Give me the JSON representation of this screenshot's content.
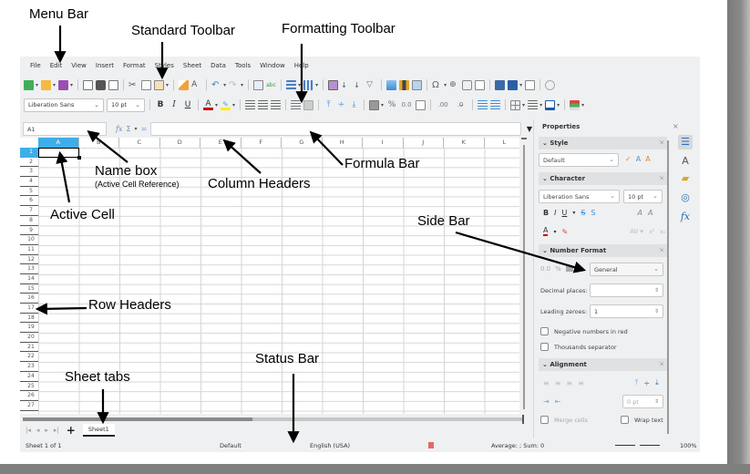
{
  "annotations": {
    "menu_bar": "Menu Bar",
    "standard_toolbar": "Standard Toolbar",
    "formatting_toolbar": "Formatting Toolbar",
    "name_box": "Name box",
    "name_box_sub": "(Active Cell Reference)",
    "column_headers": "Column Headers",
    "formula_bar": "Formula Bar",
    "active_cell": "Active Cell",
    "side_bar": "Side Bar",
    "row_headers": "Row Headers",
    "status_bar": "Status Bar",
    "sheet_tabs": "Sheet tabs"
  },
  "menu": [
    "File",
    "Edit",
    "View",
    "Insert",
    "Format",
    "Styles",
    "Sheet",
    "Data",
    "Tools",
    "Window",
    "Help"
  ],
  "standard_toolbar": {
    "icons": [
      "new-icon",
      "open-icon",
      "save-icon",
      "export-pdf-icon",
      "print-icon",
      "print-preview-icon",
      "cut-icon",
      "copy-icon",
      "paste-icon",
      "clone-formatting-icon",
      "clear-formatting-icon",
      "undo-icon",
      "redo-icon",
      "find-replace-icon",
      "spelling-icon",
      "row-icon",
      "column-icon",
      "pivot-table-icon",
      "sort-ascending-icon",
      "sort-descending-icon",
      "autofilter-icon",
      "image-icon",
      "chart-icon",
      "pivot-icon",
      "special-character-icon",
      "hyperlink-icon",
      "comment-icon",
      "headers-footers-icon",
      "define-print-area-icon",
      "freeze-rows-icon",
      "split-window-icon",
      "show-draw-functions-icon"
    ]
  },
  "formatting_toolbar": {
    "font_name": "Liberation Sans",
    "font_size": "10 pt",
    "bold": "B",
    "italic": "I",
    "underline": "U",
    "font_color": "#cc0000",
    "highlight_color": "#ffee00",
    "percent": "%",
    "decimal_number": "0.0",
    "add_decimal": ".00",
    "delete_decimal": ".0̶",
    "border_color": "#1e5aa8"
  },
  "formula_bar": {
    "name_box": "A1",
    "fx": "fx",
    "sum": "Σ",
    "equals": "=",
    "value": ""
  },
  "grid": {
    "columns": [
      "A",
      "B",
      "C",
      "D",
      "E",
      "F",
      "G",
      "H",
      "I",
      "J",
      "K",
      "L"
    ],
    "rows": [
      "1",
      "2",
      "3",
      "4",
      "5",
      "6",
      "7",
      "8",
      "9",
      "10",
      "11",
      "12",
      "13",
      "14",
      "15",
      "16",
      "17",
      "18",
      "19",
      "20",
      "21",
      "22",
      "23",
      "24",
      "25",
      "26",
      "27"
    ],
    "active_cell": "A1"
  },
  "sheet_tabs": {
    "tabs": [
      "Sheet1"
    ]
  },
  "status_bar": {
    "sheet_position": "Sheet 1 of 1",
    "page_style": "Default",
    "language": "English (USA)",
    "selection_stats": "Average: ; Sum: 0",
    "zoom": "100%"
  },
  "sidebar": {
    "title": "Properties",
    "style": {
      "header": "Style",
      "value": "Default"
    },
    "character": {
      "header": "Character",
      "font": "Liberation Sans",
      "size": "10 pt",
      "bold": "B",
      "italic": "I",
      "underline": "U",
      "strikethrough": "S",
      "shadow": "S"
    },
    "number_format": {
      "header": "Number Format",
      "format": "General",
      "decimal_places_label": "Decimal places:",
      "decimal_places_value": "",
      "leading_zeroes_label": "Leading zeroes:",
      "leading_zeroes_value": "1",
      "negative_red_label": "Negative numbers in red",
      "thousands_sep_label": "Thousands separator"
    },
    "alignment": {
      "header": "Alignment",
      "indent_value": "0 pt",
      "merge_cells_label": "Merge cells",
      "wrap_text_label": "Wrap text"
    }
  },
  "deck": [
    "properties-icon",
    "styles-icon",
    "gallery-icon",
    "navigator-icon",
    "functions-icon"
  ]
}
